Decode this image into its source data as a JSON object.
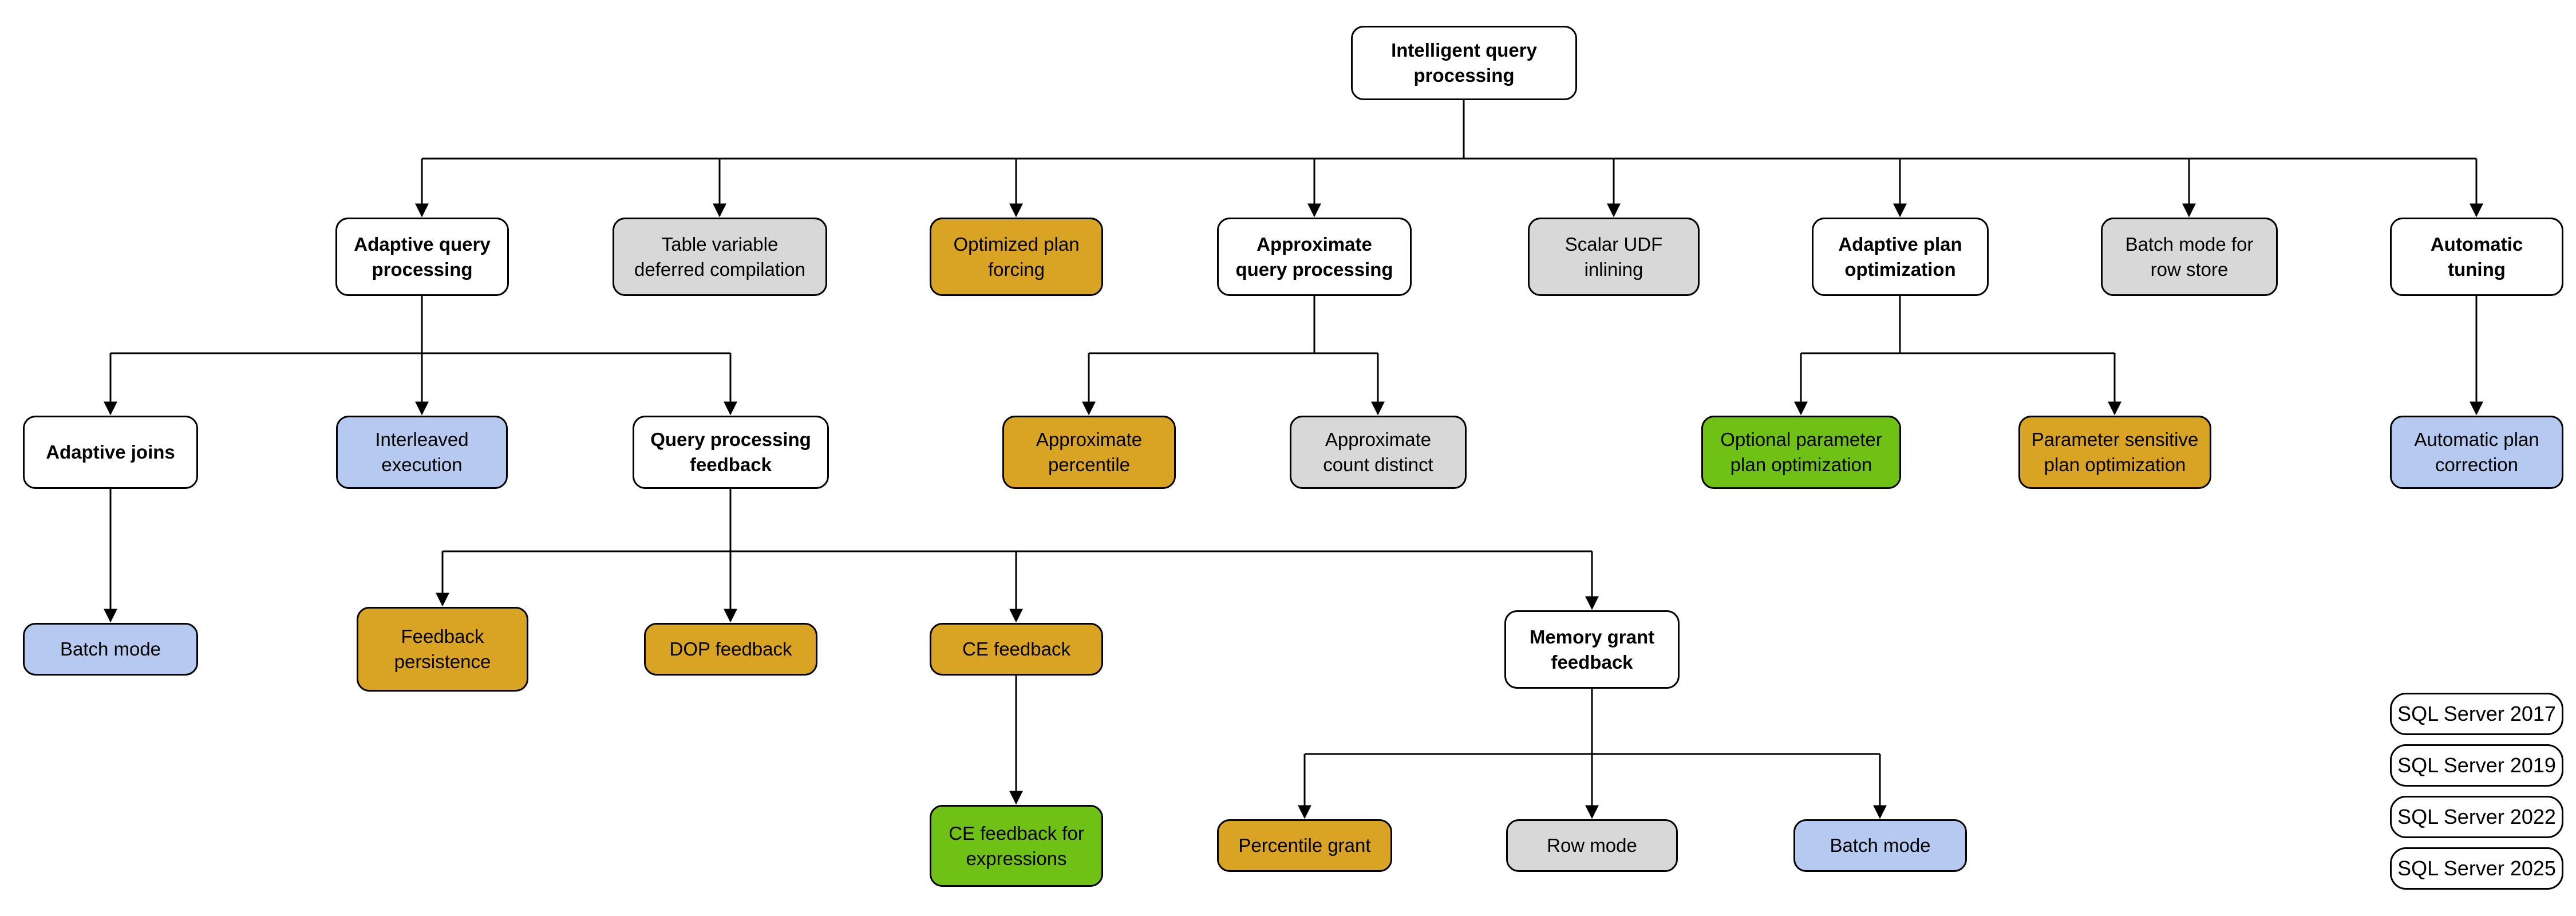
{
  "diagram": {
    "root_label": "Intelligent query\nprocessing",
    "description_colors": {
      "sql2017": "#b6c9f0",
      "sql2019": "#d8d8d8",
      "sql2022": "#d9a423",
      "sql2025": "#70c115"
    }
  },
  "palette": {
    "sql2017": "#b6c9f0",
    "sql2019": "#d8d8d8",
    "sql2022": "#d9a423",
    "sql2025": "#70c115"
  },
  "nodes": [
    {
      "label": "Intelligent query\nprocessing"
    },
    {
      "label": "Adaptive query\nprocessing"
    },
    {
      "label": "Table variable\ndeferred compilation",
      "version": "SQL Server 2019"
    },
    {
      "label": "Optimized plan\nforcing",
      "version": "SQL Server 2022"
    },
    {
      "label": "Approximate\nquery processing"
    },
    {
      "label": "Scalar UDF\ninlining",
      "version": "SQL Server 2019"
    },
    {
      "label": "Adaptive plan\noptimization"
    },
    {
      "label": "Batch mode for\nrow store",
      "version": "SQL Server 2019"
    },
    {
      "label": "Automatic\ntuning"
    },
    {
      "label": "Adaptive joins"
    },
    {
      "label": "Interleaved\nexecution",
      "version": "SQL Server 2017"
    },
    {
      "label": "Query processing\nfeedback"
    },
    {
      "label": "Approximate\npercentile",
      "version": "SQL Server 2022"
    },
    {
      "label": "Approximate\ncount distinct",
      "version": "SQL Server 2019"
    },
    {
      "label": "Optional parameter\nplan optimization",
      "version": "SQL Server 2025"
    },
    {
      "label": "Parameter sensitive\nplan optimization",
      "version": "SQL Server 2022"
    },
    {
      "label": "Automatic plan\ncorrection",
      "version": "SQL Server 2017"
    },
    {
      "label": "Batch mode",
      "version": "SQL Server 2017"
    },
    {
      "label": "Feedback\npersistence",
      "version": "SQL Server 2022"
    },
    {
      "label": "DOP feedback",
      "version": "SQL Server 2022"
    },
    {
      "label": "CE feedback",
      "version": "SQL Server 2022"
    },
    {
      "label": "Memory grant\nfeedback"
    },
    {
      "label": "CE feedback for\nexpressions",
      "version": "SQL Server 2025"
    },
    {
      "label": "Percentile grant",
      "version": "SQL Server 2022"
    },
    {
      "label": "Row mode",
      "version": "SQL Server 2019"
    },
    {
      "label": "Batch mode",
      "version": "SQL Server 2017"
    }
  ],
  "legend": [
    "SQL Server 2017",
    "SQL Server 2019",
    "SQL Server 2022",
    "SQL Server 2025"
  ]
}
